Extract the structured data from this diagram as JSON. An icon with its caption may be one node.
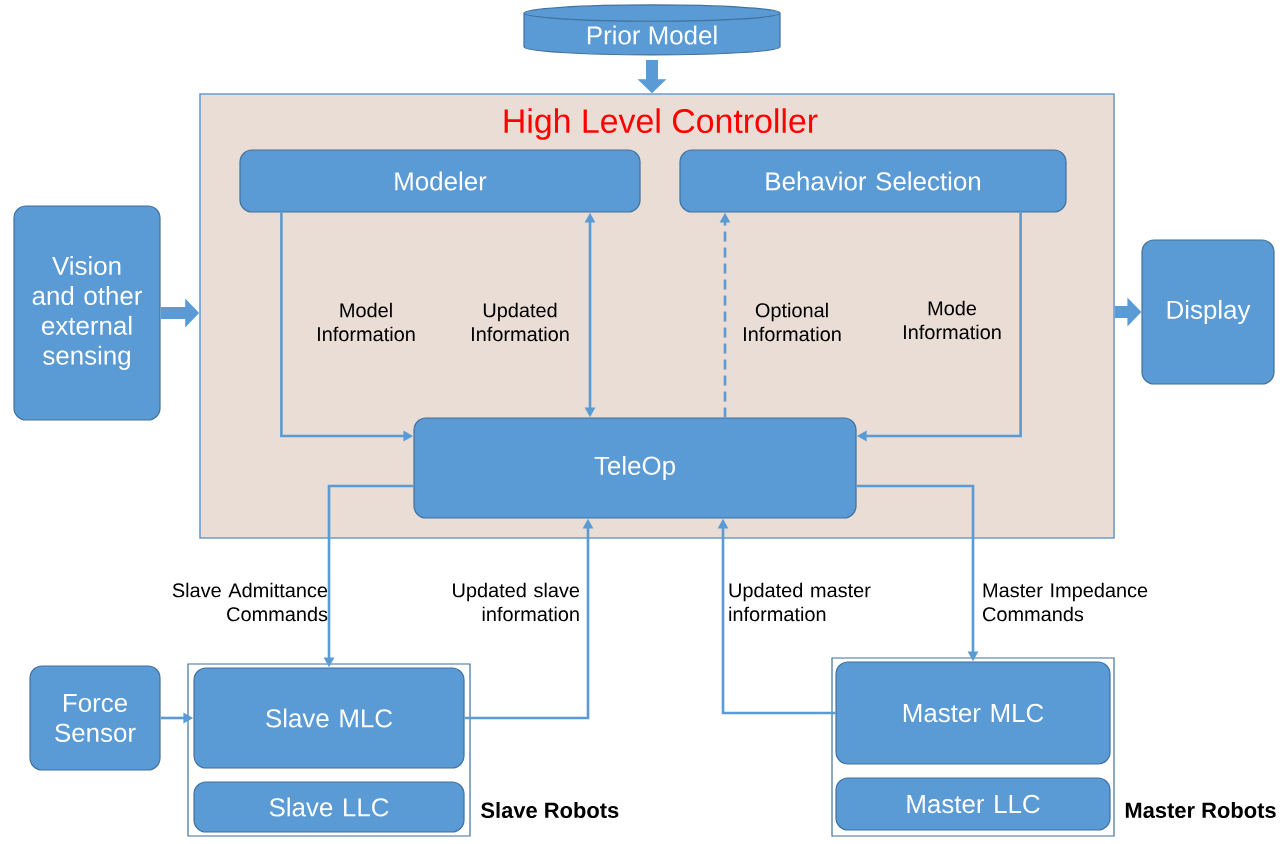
{
  "diagram": {
    "nodes": [
      {
        "text": [
          "Prior Model"
        ]
      },
      {
        "text": [
          "High Level Controller"
        ]
      },
      {
        "text": [
          "Modeler"
        ],
        "in": 1
      },
      {
        "text": [
          "Behavior Selection"
        ],
        "in": 1
      },
      {
        "text": [
          "TeleOp"
        ],
        "in": 1
      },
      {
        "text": [
          "Vision and other external sensing"
        ]
      },
      {
        "text": [
          "Display"
        ]
      },
      {
        "text": [
          "Slave Robots"
        ]
      },
      {
        "text": [
          "Slave MLC"
        ],
        "in": 7
      },
      {
        "text": [
          "Slave LLC"
        ],
        "in": 7
      },
      {
        "text": [
          "Force Sensor"
        ]
      },
      {
        "text": [
          "Master Robots"
        ]
      },
      {
        "text": [
          "Master MLC"
        ],
        "in": 11
      },
      {
        "text": [
          "Master LLC"
        ],
        "in": 11
      }
    ],
    "edges": [
      {
        "from": 0,
        "to": 1,
        "arrow": "to",
        "style": "thick"
      },
      {
        "from": 5,
        "to": 1,
        "arrow": "to",
        "style": "thick"
      },
      {
        "from": 1,
        "to": 6,
        "arrow": "to",
        "style": "thick"
      },
      {
        "from": 2,
        "to": 4,
        "arrow": "to",
        "label": "Model Information"
      },
      {
        "from": 4,
        "to": 2,
        "arrow": "both",
        "label": "Updated Information"
      },
      {
        "from": 4,
        "to": 3,
        "arrow": "to",
        "label": "Optional Information",
        "style": "dashed"
      },
      {
        "from": 3,
        "to": 4,
        "arrow": "to",
        "label": "Mode Information"
      },
      {
        "from": 4,
        "to": 8,
        "arrow": "to",
        "label": "Slave Admittance Commands"
      },
      {
        "from": 8,
        "to": 4,
        "arrow": "to",
        "label": "Updated slave information"
      },
      {
        "from": 10,
        "to": 8,
        "arrow": "to"
      },
      {
        "from": 12,
        "to": 4,
        "arrow": "to",
        "label": "Updated master information"
      },
      {
        "from": 4,
        "to": 12,
        "arrow": "to",
        "label": "Master Impedance Commands"
      }
    ]
  }
}
